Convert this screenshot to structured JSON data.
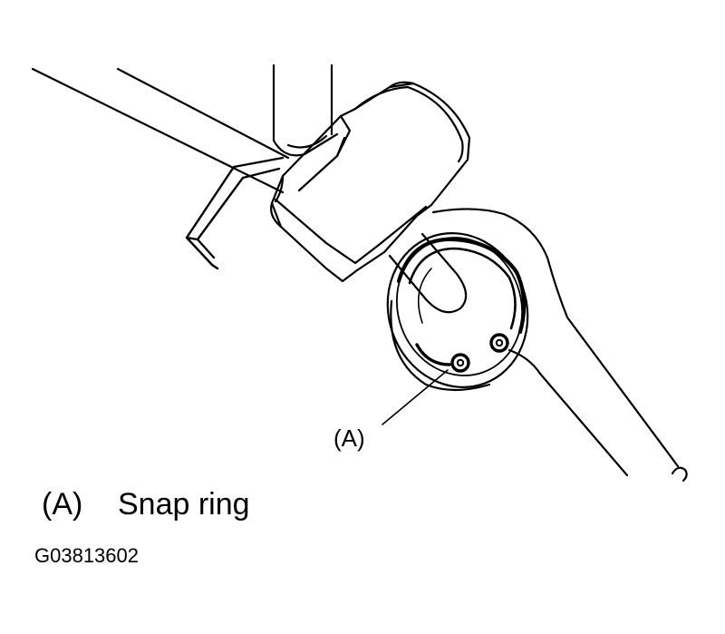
{
  "diagram": {
    "callout_label": "(A)"
  },
  "legend": {
    "code": "(A)",
    "description": "Snap ring"
  },
  "figure_id": "G03813602",
  "colors": {
    "line": "#000000",
    "background": "#ffffff"
  }
}
